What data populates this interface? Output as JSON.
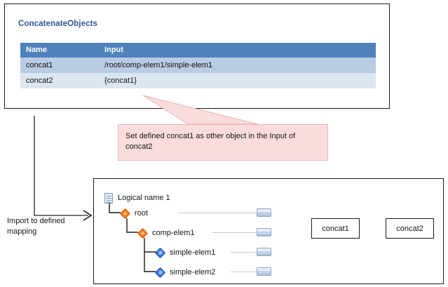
{
  "top_panel": {
    "title": "ConcatenateObjects",
    "table": {
      "headers": [
        "Name",
        "Input"
      ],
      "rows": [
        {
          "name": "concat1",
          "input": "/root/comp-elem1/simple-elem1"
        },
        {
          "name": "concat2",
          "input": "{concat1}"
        }
      ]
    }
  },
  "callout": {
    "text": "Set defined concat1 as other object in the Input of concat2",
    "fill_color": "#fbdcdc",
    "border_color": "#e8b4b4"
  },
  "import_arrow": {
    "label": "Import to defined mapping"
  },
  "bottom_panel": {
    "tree": {
      "root_document": "Logical name 1",
      "nodes": [
        {
          "label": "root",
          "icon": "orange-diamond-icon",
          "depth": 1
        },
        {
          "label": "comp-elem1",
          "icon": "orange-diamond-icon",
          "depth": 2
        },
        {
          "label": "simple-elem1",
          "icon": "blue-diamond-icon",
          "depth": 3
        },
        {
          "label": "simple-elem2",
          "icon": "blue-diamond-icon",
          "depth": 3
        }
      ]
    },
    "functions": [
      {
        "label": "concat1"
      },
      {
        "label": "concat2"
      }
    ]
  },
  "colors": {
    "table_header": "#4f81bd",
    "table_row_a": "#b8cce4",
    "table_row_b": "#dce6f1",
    "title_blue": "#2d5596",
    "orange_icon": "#f4781f",
    "blue_icon": "#3d7fe0"
  }
}
